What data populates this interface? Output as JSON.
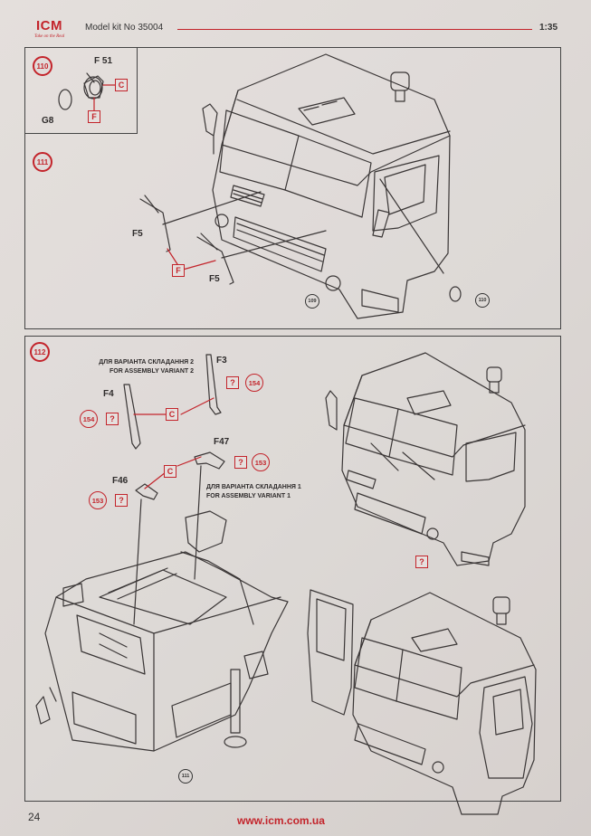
{
  "header": {
    "logo": "ICM",
    "logo_tagline": "Take on the Real",
    "title": "Model kit No 35004",
    "scale": "1:35"
  },
  "steps": {
    "s110": {
      "number": "110",
      "parts": {
        "f51": "F 51",
        "g8": "G8"
      },
      "sprues": {
        "c": "C",
        "f": "F"
      }
    },
    "s111": {
      "number": "111",
      "parts": {
        "f5_a": "F5",
        "f5_b": "F5"
      },
      "sprues": {
        "f": "F"
      },
      "refs": {
        "r109": "109",
        "r110": "110"
      }
    },
    "s112": {
      "number": "112",
      "variant2_ua": "ДЛЯ ВАРІАНТА СКЛАДАННЯ 2",
      "variant2_en": "FOR ASSEMBLY VARIANT 2",
      "variant1_ua": "ДЛЯ ВАРІАНТА СКЛАДАННЯ 1",
      "variant1_en": "FOR ASSEMBLY VARIANT 1",
      "parts": {
        "f3": "F3",
        "f4": "F4",
        "f47": "F47",
        "f46": "F46"
      },
      "sprues": {
        "c1": "C",
        "c2": "C",
        "q1": "?",
        "q2": "?",
        "q3": "?",
        "q4": "?",
        "q5": "?"
      },
      "refs": {
        "r154a": "154",
        "r154b": "154",
        "r153a": "153",
        "r153b": "153",
        "r111": "111"
      }
    }
  },
  "footer": {
    "url": "www.icm.com.ua",
    "page_number": "24"
  }
}
